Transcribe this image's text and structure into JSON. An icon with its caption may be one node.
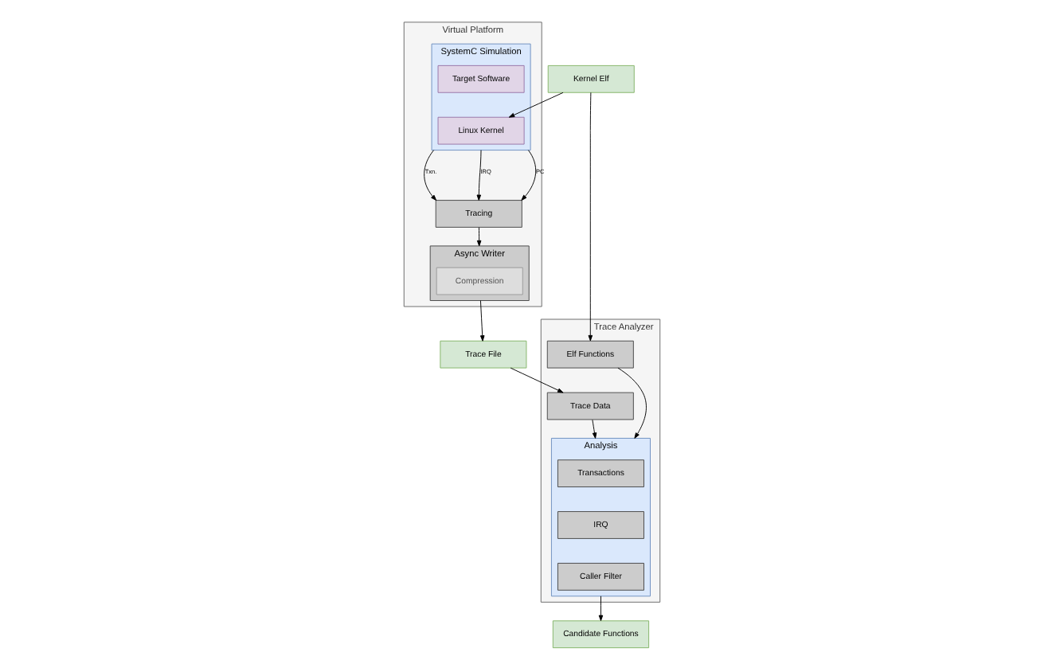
{
  "diagram": {
    "nodes": [
      {
        "text": [
          "Virtual Platform"
        ]
      },
      {
        "text": [
          "SystemC Simulation"
        ],
        "in": 0
      },
      {
        "text": [
          "Target Software"
        ],
        "in": 1
      },
      {
        "text": [
          "Linux Kernel"
        ],
        "in": 1
      },
      {
        "text": [
          "Tracing"
        ],
        "in": 0
      },
      {
        "text": [
          "Async Writer"
        ],
        "in": 0
      },
      {
        "text": [
          "Compression"
        ],
        "in": 5
      },
      {
        "text": [
          "Kernel Elf"
        ]
      },
      {
        "text": [
          "Trace File"
        ]
      },
      {
        "text": [
          "Trace Analyzer"
        ]
      },
      {
        "text": [
          "Elf Functions"
        ],
        "in": 9
      },
      {
        "text": [
          "Trace Data"
        ],
        "in": 9
      },
      {
        "text": [
          "Analysis"
        ],
        "in": 9
      },
      {
        "text": [
          "Transactions"
        ],
        "in": 12
      },
      {
        "text": [
          "IRQ"
        ],
        "in": 12
      },
      {
        "text": [
          "Caller Filter"
        ],
        "in": 12
      },
      {
        "text": [
          "Candidate Functions"
        ]
      }
    ],
    "edges": [
      {
        "from": 1,
        "to": 4,
        "arrow": "to",
        "label": "Txn."
      },
      {
        "from": 1,
        "to": 4,
        "arrow": "to",
        "label": "IRQ"
      },
      {
        "from": 1,
        "to": 4,
        "arrow": "to",
        "label": "PC"
      },
      {
        "from": 4,
        "to": 5,
        "arrow": "to"
      },
      {
        "from": 7,
        "to": 3,
        "arrow": "to"
      },
      {
        "from": 7,
        "to": 10,
        "arrow": "to"
      },
      {
        "from": 5,
        "to": 8,
        "arrow": "to"
      },
      {
        "from": 8,
        "to": 11,
        "arrow": "to"
      },
      {
        "from": 11,
        "to": 12,
        "arrow": "to"
      },
      {
        "from": 10,
        "to": 12,
        "arrow": "to"
      },
      {
        "from": 12,
        "to": 16,
        "arrow": "to"
      }
    ]
  }
}
